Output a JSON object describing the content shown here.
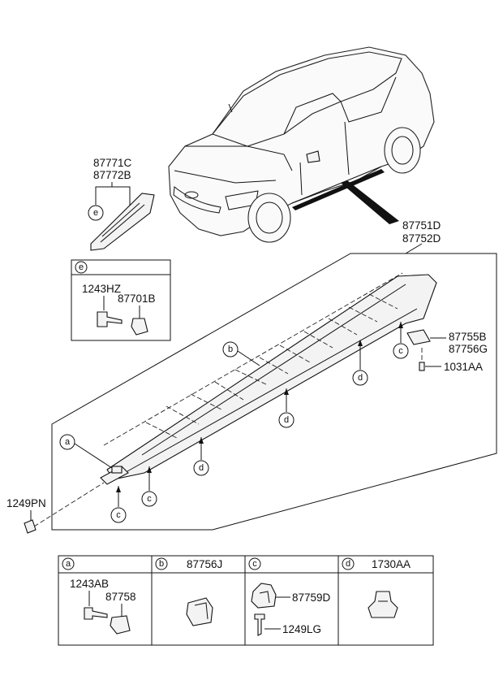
{
  "labels": {
    "emblem_upper": "87771C",
    "emblem_lower": "87772B",
    "sill_upper": "87751D",
    "sill_lower": "87752D",
    "end_cap_upper": "87755B",
    "end_cap_lower": "87756G",
    "clip_right": "1031AA",
    "left_screw": "1249PN",
    "e_screw": "1243HZ",
    "e_nut": "87701B"
  },
  "callouts": {
    "a": "a",
    "b": "b",
    "c": "c",
    "d": "d",
    "e": "e"
  },
  "table": {
    "cells": [
      {
        "key": "a",
        "title": "",
        "parts": [
          "1243AB",
          "87758"
        ]
      },
      {
        "key": "b",
        "title": "87756J",
        "parts": []
      },
      {
        "key": "c",
        "title": "",
        "parts": [
          "87759D",
          "1249LG"
        ]
      },
      {
        "key": "d",
        "title": "1730AA",
        "parts": []
      }
    ]
  }
}
